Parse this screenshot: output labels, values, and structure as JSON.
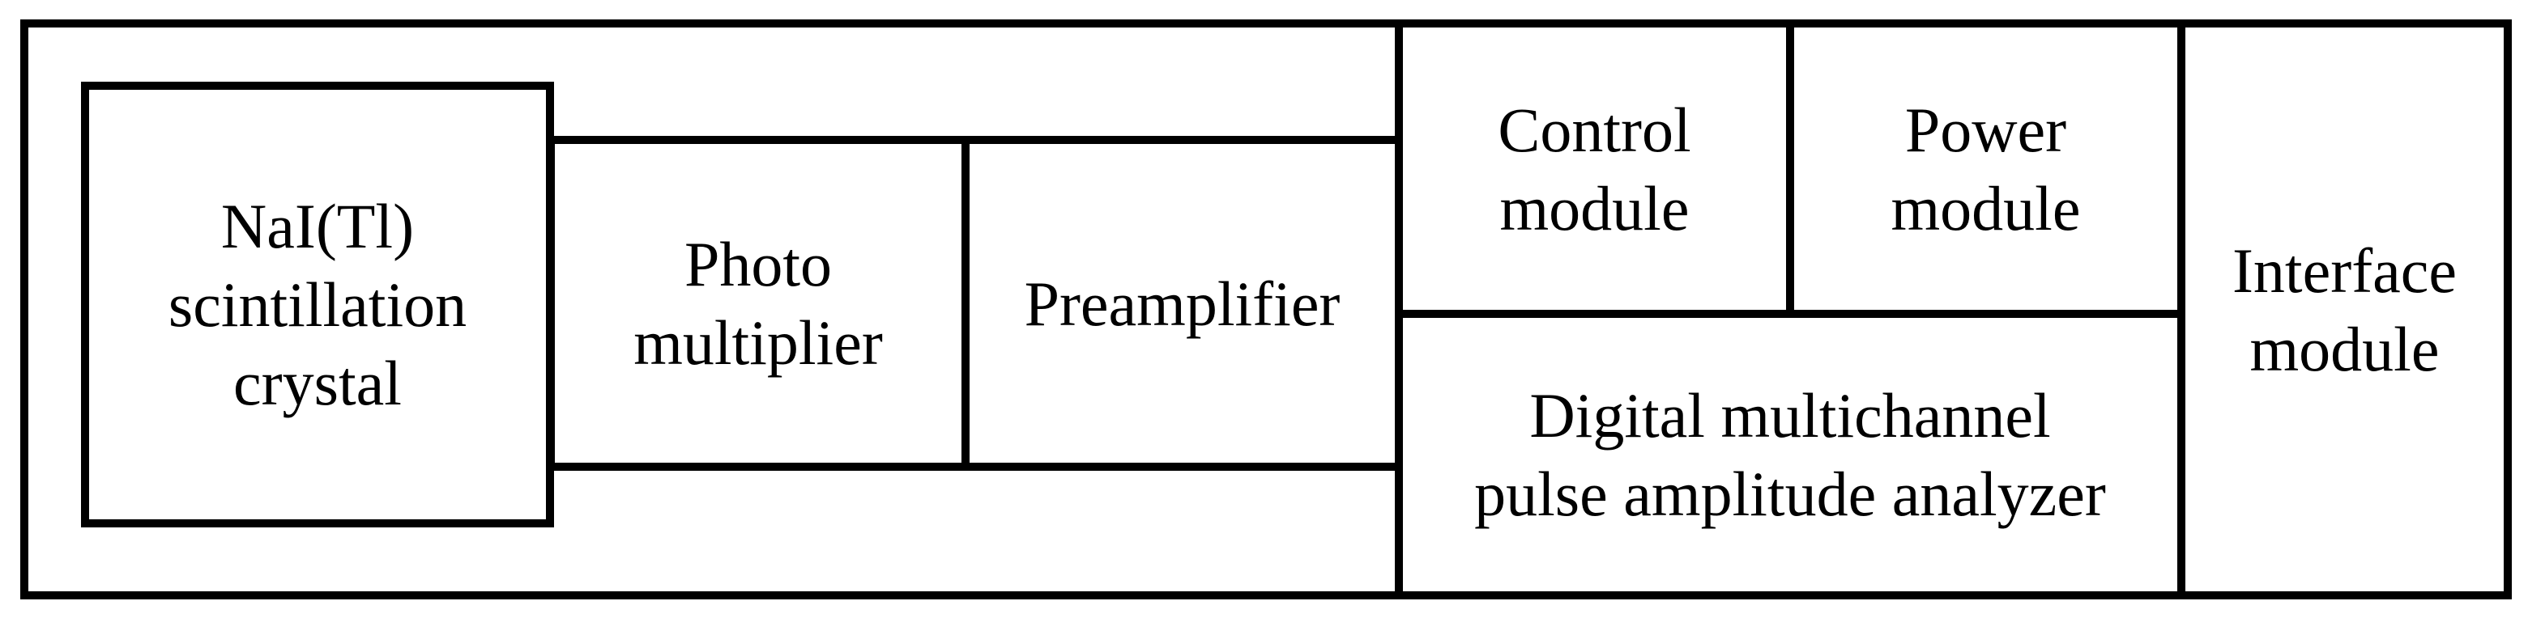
{
  "diagram": {
    "type": "block-diagram",
    "blocks": {
      "crystal": {
        "lines": [
          "NaI(Tl)",
          "scintillation",
          "crystal"
        ]
      },
      "photomultiplier": {
        "lines": [
          "Photo",
          "multiplier"
        ]
      },
      "preamplifier": {
        "lines": [
          "Preamplifier"
        ]
      },
      "control": {
        "lines": [
          "Control",
          "module"
        ]
      },
      "power": {
        "lines": [
          "Power",
          "module"
        ]
      },
      "analyzer": {
        "lines": [
          "Digital multichannel",
          "pulse amplitude analyzer"
        ]
      },
      "interface": {
        "lines": [
          "Interface",
          "module"
        ]
      }
    },
    "colors": {
      "line": "#000000",
      "text": "#000000",
      "background": "#ffffff"
    }
  }
}
